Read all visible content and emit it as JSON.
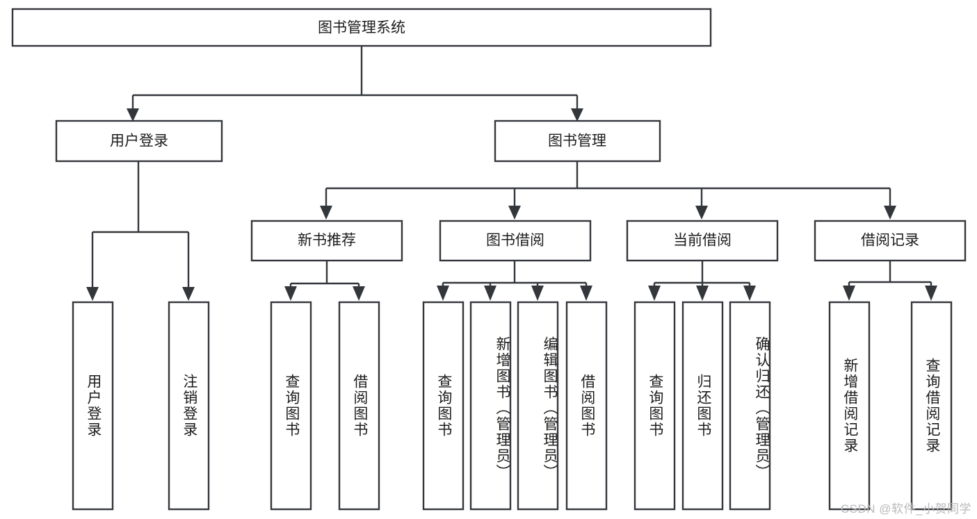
{
  "diagram": {
    "title": "图书管理系统",
    "type": "hierarchy-tree",
    "watermark": "CSDN @软件_小贺同学",
    "colors": {
      "stroke": "#33363b",
      "box_fill": "#ffffff",
      "text": "#1c1c1c",
      "background": "#ffffff",
      "watermark": "#b9b9b9"
    },
    "root": {
      "id": "root",
      "label": "图书管理系统"
    },
    "level2": [
      {
        "id": "user-login",
        "label": "用户登录"
      },
      {
        "id": "book-management",
        "label": "图书管理"
      }
    ],
    "level3": [
      {
        "id": "new-book-recommend",
        "label": "新书推荐",
        "parent": "book-management"
      },
      {
        "id": "book-borrow",
        "label": "图书借阅",
        "parent": "book-management"
      },
      {
        "id": "current-borrow",
        "label": "当前借阅",
        "parent": "book-management"
      },
      {
        "id": "borrow-record",
        "label": "借阅记录",
        "parent": "book-management"
      }
    ],
    "leaves": [
      {
        "id": "leaf-user-login",
        "label": "用户登录",
        "parent": "user-login"
      },
      {
        "id": "leaf-logout-login",
        "label": "注销登录",
        "parent": "user-login"
      },
      {
        "id": "leaf-query-book-1",
        "label": "查询图书",
        "parent": "new-book-recommend"
      },
      {
        "id": "leaf-borrow-book-1",
        "label": "借阅图书",
        "parent": "new-book-recommend"
      },
      {
        "id": "leaf-query-book-2",
        "label": "查询图书",
        "parent": "book-borrow"
      },
      {
        "id": "leaf-add-book",
        "label": "新增图书（管理员）",
        "parent": "book-borrow"
      },
      {
        "id": "leaf-edit-book",
        "label": "编辑图书（管理员）",
        "parent": "book-borrow"
      },
      {
        "id": "leaf-borrow-book-2",
        "label": "借阅图书",
        "parent": "book-borrow"
      },
      {
        "id": "leaf-query-book-3",
        "label": "查询图书",
        "parent": "current-borrow"
      },
      {
        "id": "leaf-return-book",
        "label": "归还图书",
        "parent": "current-borrow"
      },
      {
        "id": "leaf-confirm-return",
        "label": "确认归还（管理员）",
        "parent": "current-borrow"
      },
      {
        "id": "leaf-add-record",
        "label": "新增借阅记录",
        "parent": "borrow-record"
      },
      {
        "id": "leaf-query-record",
        "label": "查询借阅记录",
        "parent": "borrow-record"
      }
    ]
  }
}
